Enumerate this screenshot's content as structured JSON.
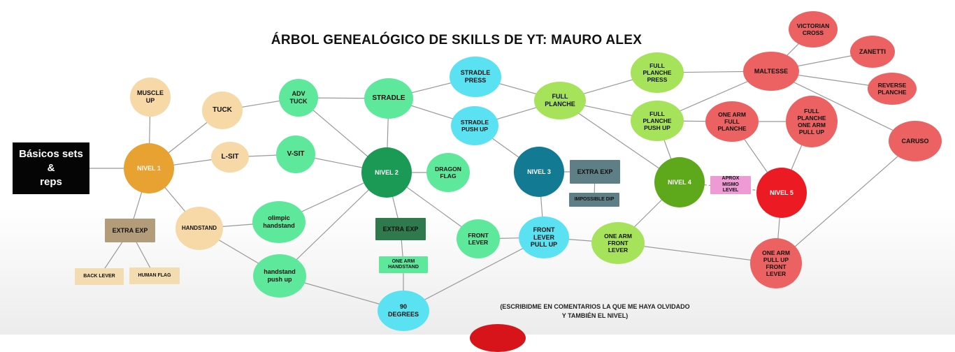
{
  "title": "ÁRBOL GENEALÓGICO DE SKILLS DE YT: MAURO ALEX",
  "colors": {
    "beginner": "#f7d9a8",
    "level1": "#e8a232",
    "intermediate_green": "#5ee89c",
    "level2": "#1a9a55",
    "cyan": "#5ae2f2",
    "level3": "#137a93",
    "lime": "#a6e35a",
    "level4": "#5ea81c",
    "red": "#ec6262",
    "level5": "#ec1b23",
    "extra_tan": "#b39c79",
    "extra_green": "#2f7a4d",
    "extra_slate": "#5f7f86",
    "extra_pink": "#ee9ad4",
    "beige_box": "#f2dcb0",
    "edge": "#999999"
  },
  "diagram": {
    "basicos": "Básicos sets &\nreps",
    "nodes": [
      {
        "id": "muscle_up",
        "label": "MUSCLE\nUP",
        "color": "beginner",
        "shape": "circle"
      },
      {
        "id": "nivel1",
        "label": "NIVEL 1",
        "color": "level1",
        "shape": "circle",
        "text": "#ffffff"
      },
      {
        "id": "tuck",
        "label": "TUCK",
        "color": "beginner",
        "shape": "circle"
      },
      {
        "id": "lsit",
        "label": "L-SIT",
        "color": "beginner",
        "shape": "circle"
      },
      {
        "id": "handstand",
        "label": "HANDSTAND",
        "color": "beginner",
        "shape": "circle"
      },
      {
        "id": "extra_exp_1",
        "label": "EXTRA EXP",
        "color": "extra_tan",
        "shape": "rect"
      },
      {
        "id": "back_lever",
        "label": "BACK LEVER",
        "color": "beige_box",
        "shape": "rect"
      },
      {
        "id": "human_flag",
        "label": "HUMAN FLAG",
        "color": "beige_box",
        "shape": "rect"
      },
      {
        "id": "adv_tuck",
        "label": "ADV\nTUCK",
        "color": "intermediate_green",
        "shape": "circle"
      },
      {
        "id": "vsit",
        "label": "V-SIT",
        "color": "intermediate_green",
        "shape": "circle"
      },
      {
        "id": "olimpic_handstand",
        "label": "olimpic\nhandstand",
        "color": "intermediate_green",
        "shape": "circle"
      },
      {
        "id": "handstand_push_up",
        "label": "handstand\npush up",
        "color": "intermediate_green",
        "shape": "circle"
      },
      {
        "id": "stradle",
        "label": "STRADLE",
        "color": "intermediate_green",
        "shape": "circle"
      },
      {
        "id": "nivel2",
        "label": "NIVEL 2",
        "color": "level2",
        "shape": "circle",
        "text": "#ffffff"
      },
      {
        "id": "dragon_flag",
        "label": "DRAGON\nFLAG",
        "color": "intermediate_green",
        "shape": "circle"
      },
      {
        "id": "extra_exp_2",
        "label": "EXTRA EXP",
        "color": "extra_green",
        "shape": "rect"
      },
      {
        "id": "one_arm_handstand",
        "label": "ONE ARM\nHANDSTAND",
        "color": "intermediate_green",
        "shape": "rect"
      },
      {
        "id": "front_lever",
        "label": "FRONT\nLEVER",
        "color": "intermediate_green",
        "shape": "circle"
      },
      {
        "id": "degrees90",
        "label": "90\nDEGREES",
        "color": "cyan",
        "shape": "circle"
      },
      {
        "id": "stradle_press",
        "label": "STRADLE\nPRESS",
        "color": "cyan",
        "shape": "circle"
      },
      {
        "id": "stradle_push_up",
        "label": "STRADLE\nPUSH UP",
        "color": "cyan",
        "shape": "circle"
      },
      {
        "id": "nivel3",
        "label": "NIVEL 3",
        "color": "level3",
        "shape": "circle",
        "text": "#ffffff"
      },
      {
        "id": "extra_exp_3",
        "label": "EXTRA EXP",
        "color": "extra_slate",
        "shape": "rect"
      },
      {
        "id": "impossible_dip",
        "label": "IMPOSSIBLE DIP",
        "color": "extra_slate",
        "shape": "rect"
      },
      {
        "id": "front_lever_pull_up",
        "label": "FRONT\nLEVER\nPULL UP",
        "color": "cyan",
        "shape": "circle"
      },
      {
        "id": "full_planche",
        "label": "FULL\nPLANCHE",
        "color": "lime",
        "shape": "circle"
      },
      {
        "id": "full_planche_press",
        "label": "FULL\nPLANCHE\nPRESS",
        "color": "lime",
        "shape": "circle"
      },
      {
        "id": "full_planche_push_up",
        "label": "FULL\nPLANCHE\nPUSH UP",
        "color": "lime",
        "shape": "circle"
      },
      {
        "id": "nivel4",
        "label": "NIVEL 4",
        "color": "level4",
        "shape": "circle",
        "text": "#ffffff"
      },
      {
        "id": "one_arm_front_lever",
        "label": "ONE ARM\nFRONT\nLEVER",
        "color": "lime",
        "shape": "circle"
      },
      {
        "id": "aprox_mismo_level",
        "label": "APROX MISMO\nLEVEL",
        "color": "extra_pink",
        "shape": "rect"
      },
      {
        "id": "one_arm_full_planche",
        "label": "ONE ARM\nFULL\nPLANCHE",
        "color": "red",
        "shape": "circle"
      },
      {
        "id": "full_planche_one_arm_pull_up",
        "label": "FULL\nPLANCHE\nONE ARM\nPULL UP",
        "color": "red",
        "shape": "circle"
      },
      {
        "id": "nivel5",
        "label": "NIVEL 5",
        "color": "level5",
        "shape": "circle",
        "text": "#ffffff"
      },
      {
        "id": "one_arm_pull_up_front_lever",
        "label": "ONE ARM\nPULL UP\nFRONT\nLEVER",
        "color": "red",
        "shape": "circle"
      },
      {
        "id": "maltesse",
        "label": "MALTESSE",
        "color": "red",
        "shape": "circle"
      },
      {
        "id": "victorian_cross",
        "label": "VICTORIAN\nCROSS",
        "color": "red",
        "shape": "circle"
      },
      {
        "id": "zanetti",
        "label": "ZANETTI",
        "color": "red",
        "shape": "circle"
      },
      {
        "id": "reverse_planche",
        "label": "REVERSE\nPLANCHE",
        "color": "red",
        "shape": "circle"
      },
      {
        "id": "caruso",
        "label": "CARUSO",
        "color": "red",
        "shape": "circle"
      }
    ],
    "edges": [
      [
        "basicos",
        "nivel1"
      ],
      [
        "nivel1",
        "muscle_up"
      ],
      [
        "nivel1",
        "tuck"
      ],
      [
        "nivel1",
        "lsit"
      ],
      [
        "nivel1",
        "handstand"
      ],
      [
        "nivel1",
        "extra_exp_1"
      ],
      [
        "extra_exp_1",
        "back_lever"
      ],
      [
        "extra_exp_1",
        "human_flag"
      ],
      [
        "tuck",
        "adv_tuck"
      ],
      [
        "lsit",
        "vsit"
      ],
      [
        "adv_tuck",
        "stradle"
      ],
      [
        "adv_tuck",
        "nivel2"
      ],
      [
        "vsit",
        "nivel2"
      ],
      [
        "handstand",
        "olimpic_handstand"
      ],
      [
        "handstand",
        "handstand_push_up"
      ],
      [
        "olimpic_handstand",
        "nivel2"
      ],
      [
        "handstand_push_up",
        "nivel2"
      ],
      [
        "handstand_push_up",
        "degrees90"
      ],
      [
        "stradle",
        "nivel2"
      ],
      [
        "stradle",
        "stradle_press"
      ],
      [
        "stradle",
        "stradle_push_up"
      ],
      [
        "nivel2",
        "dragon_flag"
      ],
      [
        "nivel2",
        "extra_exp_2"
      ],
      [
        "nivel2",
        "front_lever"
      ],
      [
        "extra_exp_2",
        "one_arm_handstand"
      ],
      [
        "one_arm_handstand",
        "degrees90"
      ],
      [
        "degrees90",
        "front_lever_pull_up"
      ],
      [
        "stradle_press",
        "full_planche"
      ],
      [
        "stradle_push_up",
        "full_planche"
      ],
      [
        "stradle_push_up",
        "nivel3"
      ],
      [
        "nivel3",
        "extra_exp_3"
      ],
      [
        "extra_exp_3",
        "impossible_dip"
      ],
      [
        "nivel3",
        "front_lever_pull_up"
      ],
      [
        "front_lever",
        "front_lever_pull_up"
      ],
      [
        "front_lever_pull_up",
        "one_arm_front_lever"
      ],
      [
        "full_planche",
        "full_planche_press"
      ],
      [
        "full_planche",
        "full_planche_push_up"
      ],
      [
        "full_planche",
        "nivel4"
      ],
      [
        "full_planche_push_up",
        "nivel4"
      ],
      [
        "full_planche_push_up",
        "one_arm_full_planche"
      ],
      [
        "full_planche_push_up",
        "maltesse"
      ],
      [
        "full_planche_press",
        "maltesse"
      ],
      [
        "one_arm_full_planche",
        "full_planche_one_arm_pull_up"
      ],
      [
        "one_arm_full_planche",
        "nivel5"
      ],
      [
        "full_planche_one_arm_pull_up",
        "nivel5"
      ],
      [
        "nivel4",
        "one_arm_front_lever"
      ],
      [
        "one_arm_front_lever",
        "one_arm_pull_up_front_lever"
      ],
      [
        "nivel5",
        "one_arm_pull_up_front_lever"
      ],
      [
        "maltesse",
        "victorian_cross"
      ],
      [
        "maltesse",
        "zanetti"
      ],
      [
        "maltesse",
        "reverse_planche"
      ],
      [
        "maltesse",
        "caruso"
      ],
      [
        "caruso",
        "one_arm_pull_up_front_lever"
      ]
    ],
    "dashed_edges": [
      [
        "nivel4",
        "nivel5"
      ]
    ]
  },
  "note": "(ESCRIBIDME EN COMENTARIOS LA QUE ME HAYA OLVIDADO\nY TAMBIÉN EL NIVEL)"
}
